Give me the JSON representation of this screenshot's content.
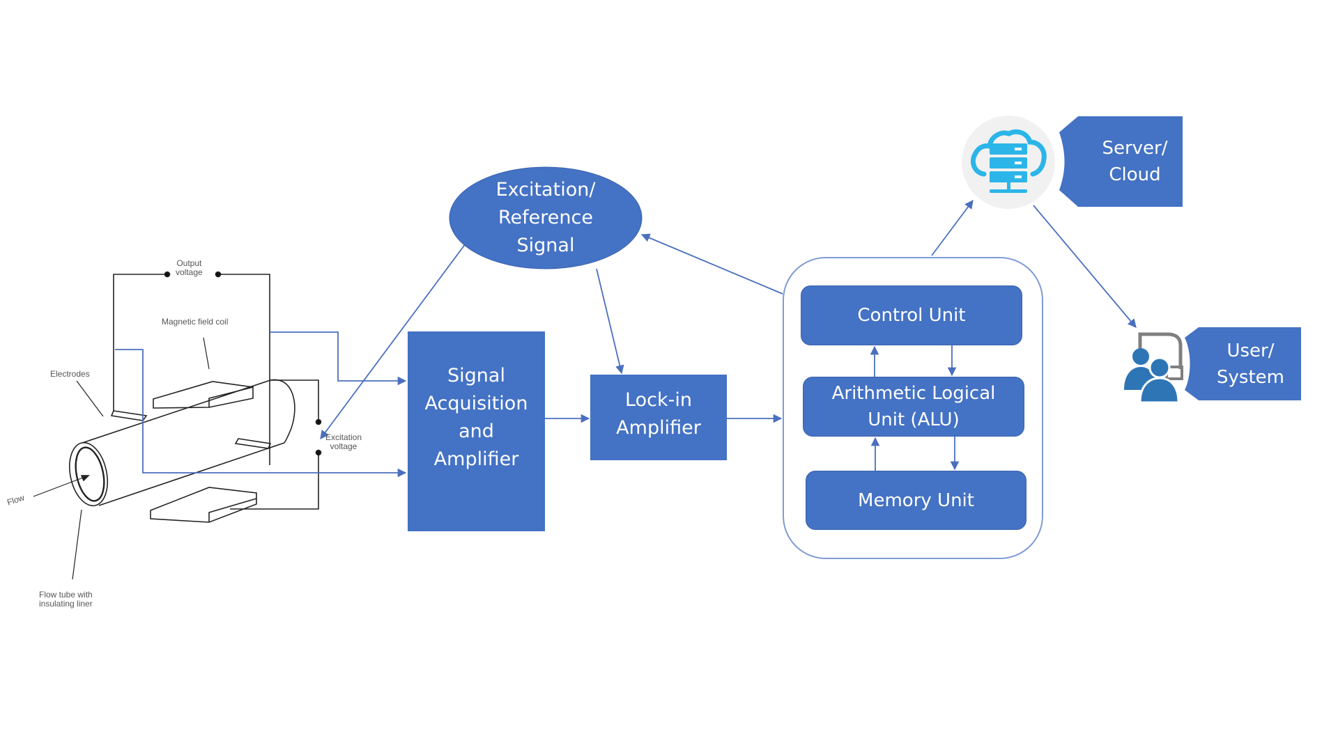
{
  "diagram": {
    "title": "Electromagnetic flowmeter signal processing architecture",
    "colors": {
      "block_fill": "#4472c4",
      "connector": "#4a6fbf",
      "sketch_line": "#222222",
      "cloud_icon": "#2bb5e8",
      "user_icon": "#2e75b6",
      "monitor_icon": "#7f7f7f"
    },
    "sensor": {
      "labels": {
        "output_voltage": "Output\nvoltage",
        "magnetic_field_coil": "Magnetic field coil",
        "electrodes": "Electrodes",
        "excitation_voltage": "Excitation\nvoltage",
        "flow": "Flow",
        "flow_tube": "Flow tube with\ninsulating liner"
      }
    },
    "blocks": {
      "excitation": "Excitation/\nReference\nSignal",
      "signal_acquisition": "Signal\nAcquisition\nand\nAmplifier",
      "lock_in": "Lock-in\nAmplifier",
      "control_unit": "Control Unit",
      "alu": "Arithmetic Logical\nUnit (ALU)",
      "memory_unit": "Memory Unit",
      "server": "Server/\nCloud",
      "user": "User/\nSystem"
    },
    "icons": {
      "server": "cloud-server-icon",
      "user": "users-monitor-icon"
    },
    "connections": [
      {
        "from": "electrodes",
        "to": "signal_acquisition"
      },
      {
        "from": "electrodes",
        "to": "signal_acquisition"
      },
      {
        "from": "excitation",
        "to": "excitation_voltage"
      },
      {
        "from": "excitation",
        "to": "lock_in"
      },
      {
        "from": "signal_acquisition",
        "to": "lock_in"
      },
      {
        "from": "lock_in",
        "to": "processor"
      },
      {
        "from": "processor",
        "to": "excitation"
      },
      {
        "from": "processor",
        "to": "server"
      },
      {
        "from": "server",
        "to": "user"
      },
      {
        "from": "alu",
        "to": "control_unit"
      },
      {
        "from": "control_unit",
        "to": "alu"
      },
      {
        "from": "memory_unit",
        "to": "alu"
      },
      {
        "from": "alu",
        "to": "memory_unit"
      }
    ]
  }
}
